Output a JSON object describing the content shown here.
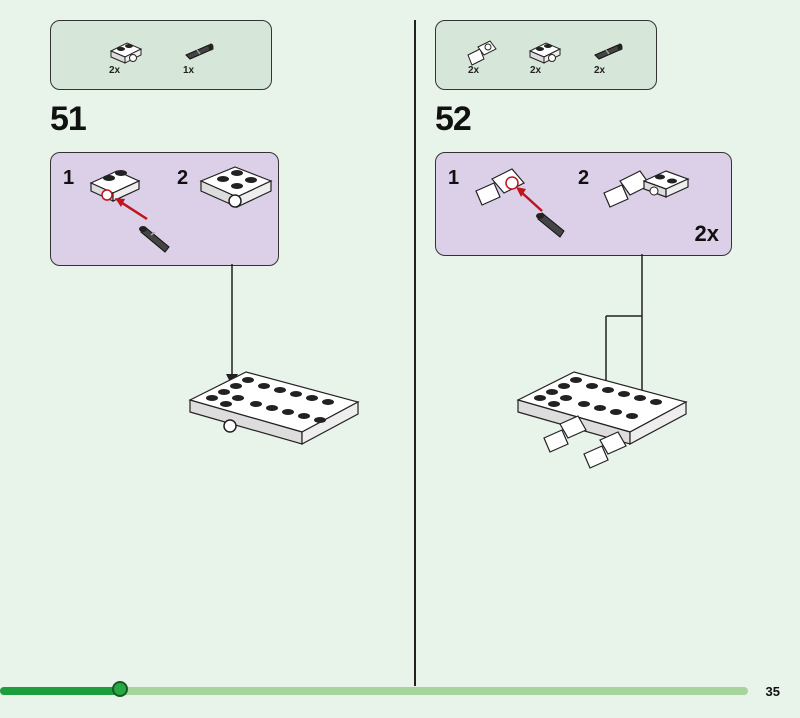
{
  "steps": [
    {
      "number": "51",
      "parts": [
        {
          "icon": "plate-1x2-pin-hole-icon",
          "qty": "2x"
        },
        {
          "icon": "friction-pin-icon",
          "qty": "1x"
        }
      ],
      "substeps": [
        "1",
        "2"
      ],
      "multiplier": ""
    },
    {
      "number": "52",
      "parts": [
        {
          "icon": "pin-connector-icon",
          "qty": "2x"
        },
        {
          "icon": "plate-1x2-pin-hole-icon",
          "qty": "2x"
        },
        {
          "icon": "friction-pin-icon",
          "qty": "2x"
        }
      ],
      "substeps": [
        "1",
        "2"
      ],
      "multiplier": "2x"
    }
  ],
  "colors": {
    "background": "#e8f3ea",
    "parts_box": "#d6e6d8",
    "substep_box": "#dccfe8",
    "arrow_red": "#c0141c",
    "progress_green": "#1e9d3c"
  },
  "progress": {
    "fraction": 0.16
  },
  "page_number": "35"
}
